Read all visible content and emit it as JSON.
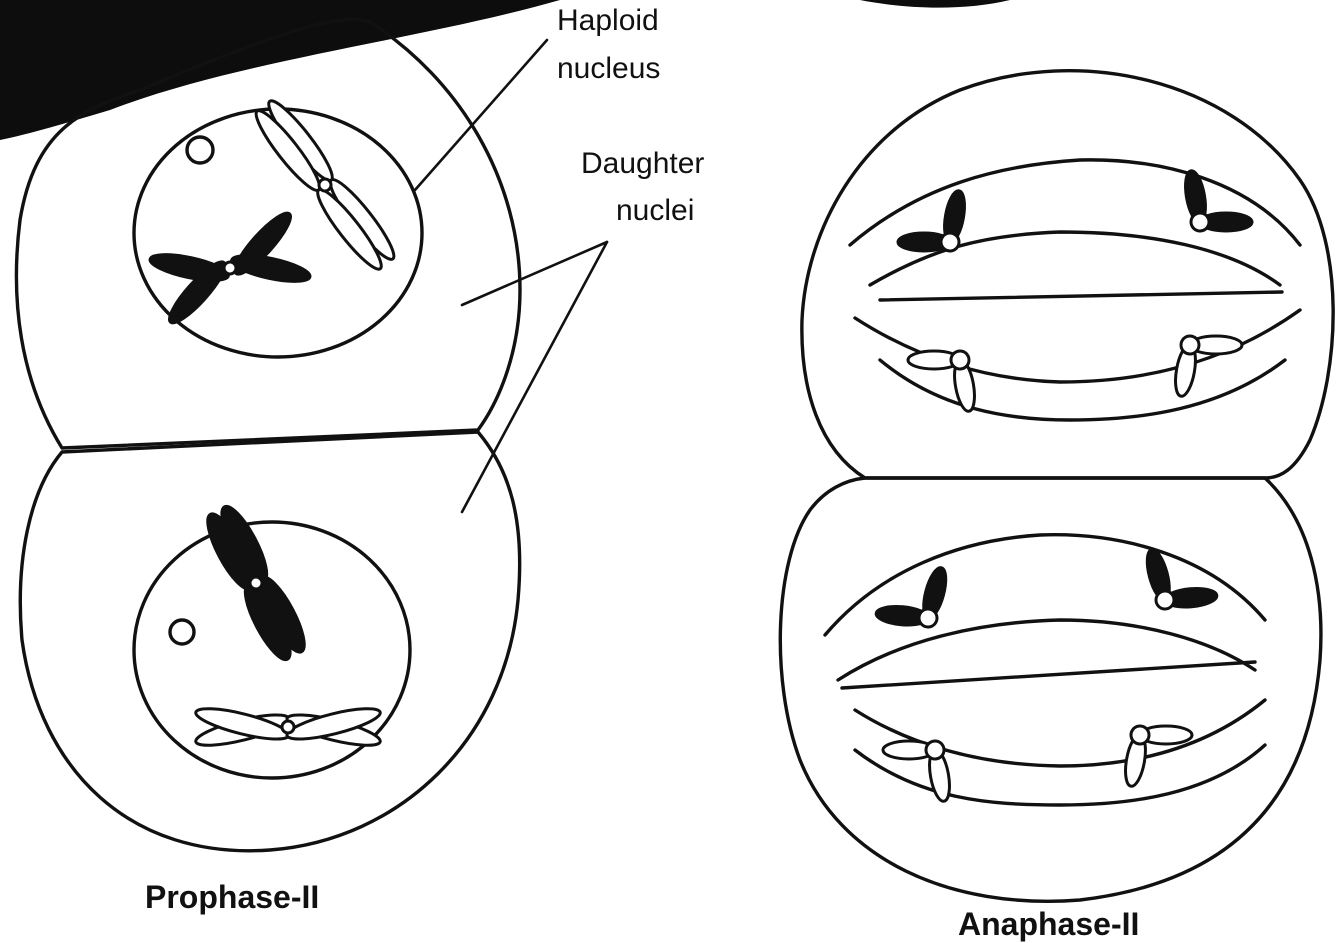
{
  "labels": {
    "haploid_line1": "Haploid",
    "haploid_line2": "nucleus",
    "daughter_line1": "Daughter",
    "daughter_line2": "nuclei",
    "prophase": "Prophase-II",
    "anaphase": "Anaphase-II"
  },
  "colors": {
    "ink": "#111111",
    "background": "#ffffff",
    "corner_shadow": "#0d0d0d"
  }
}
